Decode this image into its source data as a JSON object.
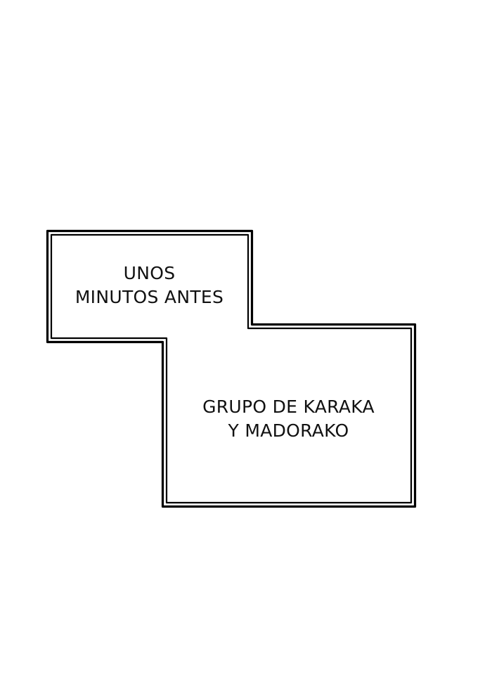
{
  "panel": {
    "background": "#ffffff",
    "border_color": "#000000"
  },
  "captions": [
    {
      "lines": [
        "UNOS",
        "MINUTOS ANTES"
      ]
    },
    {
      "lines": [
        "GRUPO DE KARAKA",
        "Y MADORAKO"
      ]
    }
  ]
}
